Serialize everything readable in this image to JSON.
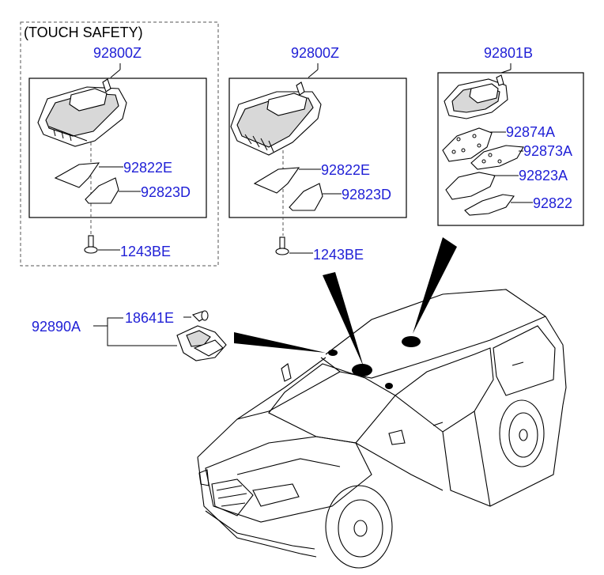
{
  "groups": {
    "touch_safety": {
      "caption": "(TOUCH SAFETY)",
      "assembly": "92800Z",
      "lens_a": "92822E",
      "lens_b": "92823D",
      "screw": "1243BE"
    },
    "standard": {
      "assembly": "92800Z",
      "lens_a": "92822E",
      "lens_b": "92823D",
      "screw": "1243BE"
    },
    "rear": {
      "assembly": "92801B",
      "pcb": "92874A",
      "gasket": "92873A",
      "lens_a": "92823A",
      "lens_b": "92822"
    },
    "vanity": {
      "assembly": "92890A",
      "bulb": "18641E"
    }
  },
  "colors": {
    "label": "#1f1fd6",
    "outline": "#000000"
  }
}
